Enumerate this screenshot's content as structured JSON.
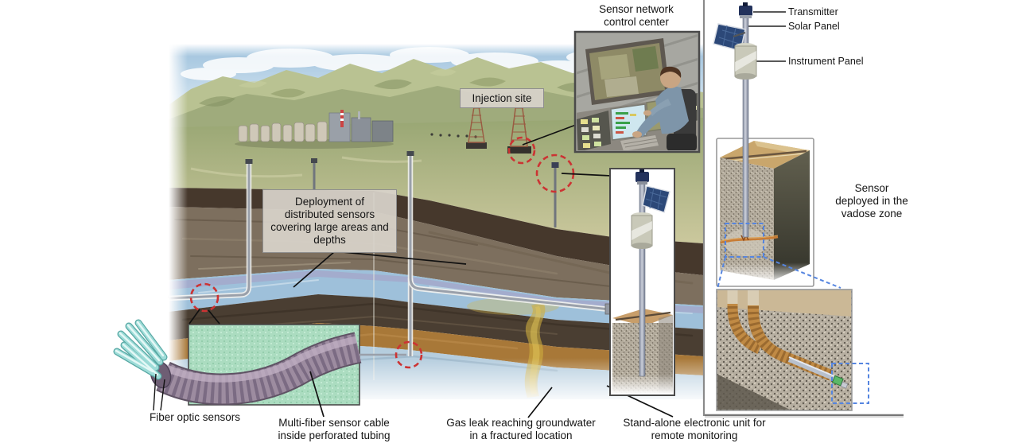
{
  "diagram": {
    "description": "Subsurface gas-leak monitoring sensor network illustration",
    "labels": {
      "control_center": "Sensor network\ncontrol center",
      "injection_site": "Injection site",
      "deployment": "Deployment of\ndistributed sensors\ncovering large areas and\ndepths",
      "transmitter": "Transmitter",
      "solar_panel": "Solar Panel",
      "instrument_panel": "Instrument Panel",
      "vadose": "Sensor\ndeployed in the\nvadose zone",
      "fiber_optic": "Fiber optic sensors",
      "multi_fiber": "Multi-fiber sensor cable\ninside perforated tubing",
      "gas_leak": "Gas leak reaching groundwater\nin a fractured location",
      "standalone": "Stand-alone electronic unit for\nremote monitoring"
    },
    "colors": {
      "highlight_circle_red": "#cc3333",
      "zoom_dashed_blue": "#5585e0",
      "teal_inset_background": "#abdcc0",
      "solar_panel_blue": "#2c4878",
      "copper_tube": "#c08a44",
      "label_box_background": "#d8d2ca",
      "aquifer_blue": "#9ec0da",
      "gas_plume_yellow": "#cfae3e"
    }
  }
}
